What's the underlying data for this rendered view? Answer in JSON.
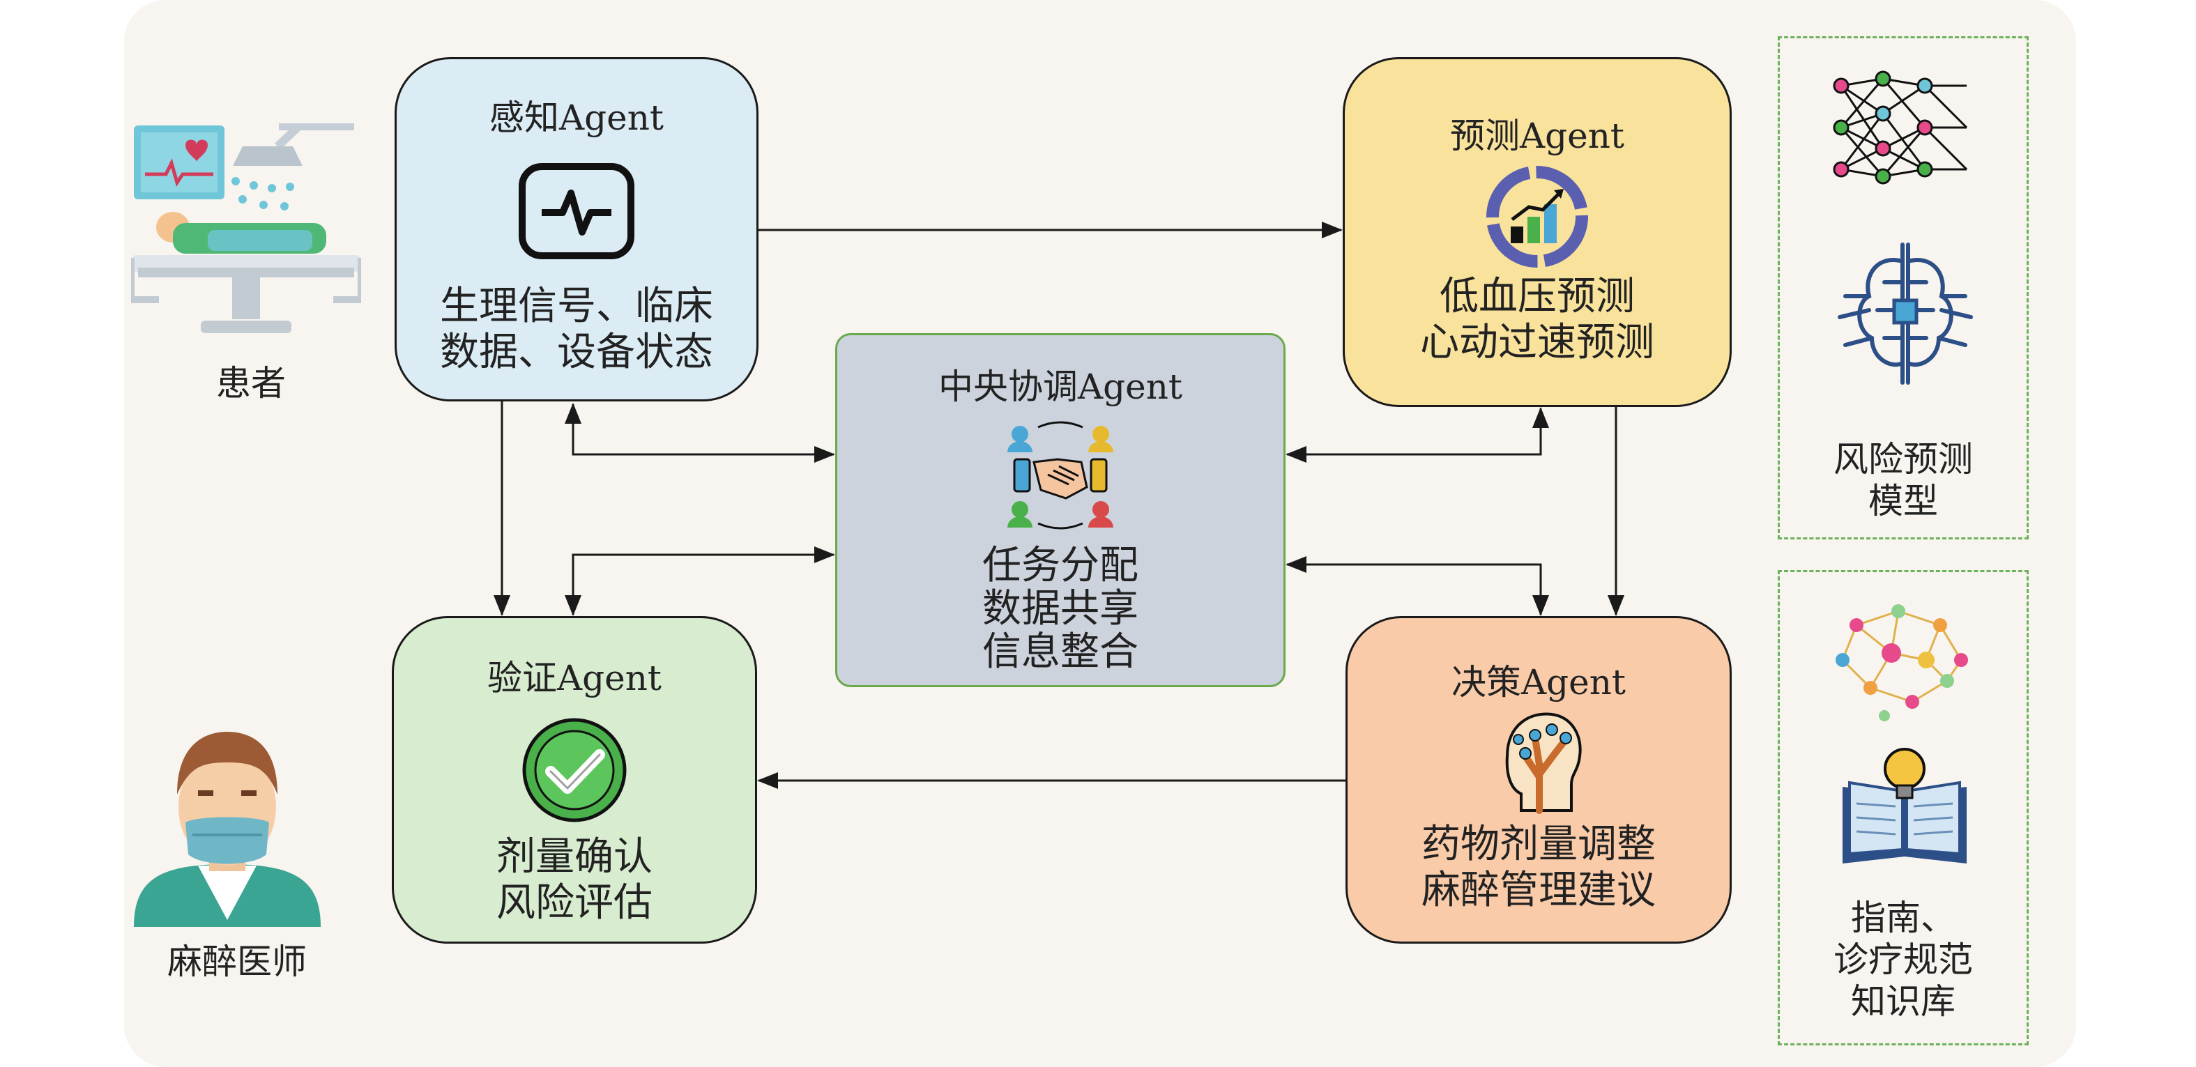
{
  "patient": {
    "label": "患者"
  },
  "anesthesiologist": {
    "label": "麻醉医师"
  },
  "agents": {
    "perception": {
      "title": "感知Agent",
      "line1": "生理信号、临床",
      "line2": "数据、设备状态"
    },
    "prediction": {
      "title": "预测Agent",
      "line1": "低血压预测",
      "line2": "心动过速预测"
    },
    "central": {
      "title": "中央协调Agent",
      "line1": "任务分配",
      "line2": "数据共享",
      "line3": "信息整合"
    },
    "verify": {
      "title": "验证Agent",
      "line1": "剂量确认",
      "line2": "风险评估"
    },
    "decision": {
      "title": "决策Agent",
      "line1": "药物剂量调整",
      "line2": "麻醉管理建议"
    }
  },
  "knowledge": {
    "models": {
      "line1": "风险预测",
      "line2": "模型"
    },
    "guides": {
      "line1": "指南、",
      "line2": "诊疗规范",
      "line3": "知识库"
    }
  },
  "colors": {
    "perception": "#dcecf5",
    "prediction": "#f8e29c",
    "central": "#cdd3dd",
    "verify": "#d8ecd0",
    "decision": "#f9cba8",
    "dashed_border": "#6bb25a",
    "background": "#f8f4ef"
  },
  "icons": [
    "monitor-icon",
    "shower-icon",
    "patient-bed-icon",
    "doctor-icon",
    "pulse-icon",
    "growth-chart-icon",
    "handshake-team-icon",
    "checkmark-icon",
    "brain-tree-icon",
    "neural-network-icon",
    "circuit-brain-icon",
    "brain-network-icon",
    "book-bulb-icon"
  ]
}
